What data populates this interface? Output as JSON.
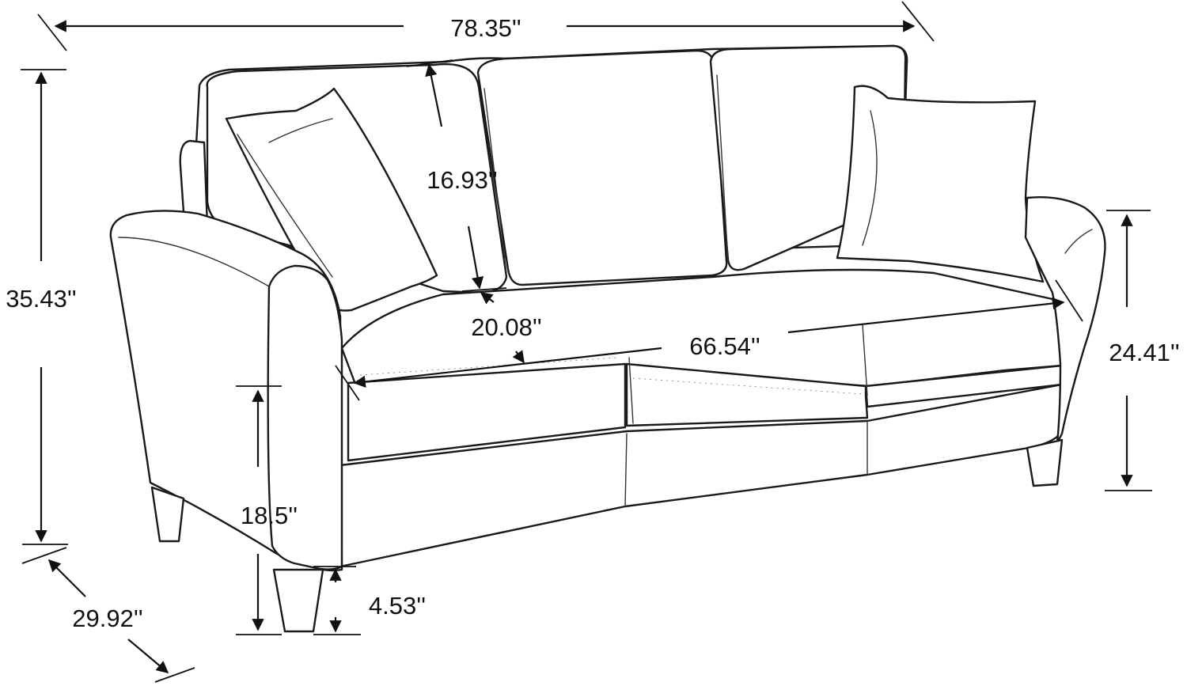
{
  "dimensions": {
    "overall_width": "78.35''",
    "overall_height": "35.43''",
    "depth": "29.92''",
    "back_cushion_height": "16.93''",
    "seat_depth": "20.08''",
    "seat_width": "66.54''",
    "arm_height": "24.41''",
    "seat_height": "18.5''",
    "leg_height": "4.53''"
  }
}
